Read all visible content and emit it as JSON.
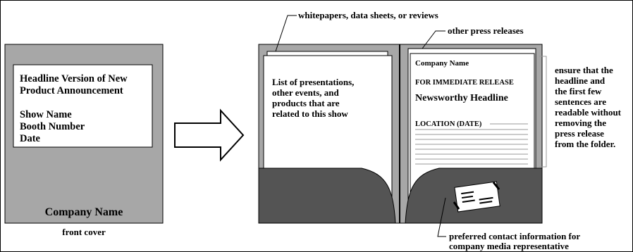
{
  "colors": {
    "folder_gray": "#a7a7a7",
    "pocket_gray": "#545454",
    "ink": "#000000",
    "paper": "#ffffff",
    "rule_gray": "#9a9a9a"
  },
  "cover": {
    "headline_lines": [
      "Headline Version of New",
      "Product Announcement"
    ],
    "event_lines": [
      "Show Name",
      "Booth Number",
      "Date"
    ],
    "company": "Company Name",
    "caption": "front cover"
  },
  "arrow": {
    "icon": "right-arrow-outline-icon"
  },
  "callouts": {
    "whitepapers": "whitepapers, data sheets, or reviews",
    "press_releases": "other press releases",
    "readable_note_lines": [
      "ensure that the",
      "headline and",
      "the first few",
      "sentences are",
      "readable without",
      "removing the",
      "press release",
      "from the folder."
    ],
    "contact_lines": [
      "preferred contact information for",
      "company media representative"
    ]
  },
  "left_page": {
    "lines": [
      "List of presentations,",
      "other events, and",
      "products that are",
      "related to this show"
    ]
  },
  "press_release": {
    "company": "Company Name",
    "release_line": "FOR IMMEDIATE RELEASE",
    "headline": "Newsworthy Headline",
    "location": "LOCATION (DATE)"
  },
  "business_card": {
    "icon": "business-card-icon"
  }
}
